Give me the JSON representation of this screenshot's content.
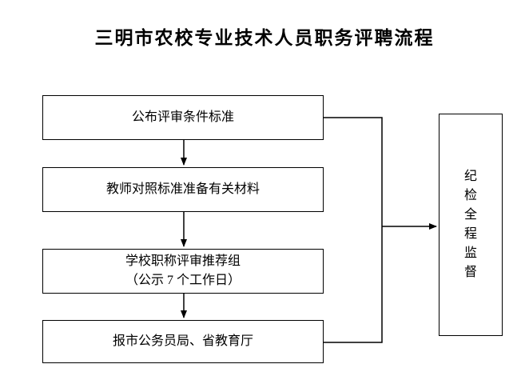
{
  "title": "三明市农校专业技术人员职务评聘流程",
  "flow": {
    "steps": [
      {
        "label": "公布评审条件标准"
      },
      {
        "label": "教师对照标准准备有关材料"
      },
      {
        "lines": [
          "学校职称评审推荐组",
          "（公示 7 个工作日）"
        ]
      },
      {
        "label": "报市公务员局、省教育厅"
      }
    ],
    "supervision": "纪检全程监督"
  },
  "colors": {
    "background": "#ffffff",
    "line": "#000000",
    "text": "#000000"
  }
}
